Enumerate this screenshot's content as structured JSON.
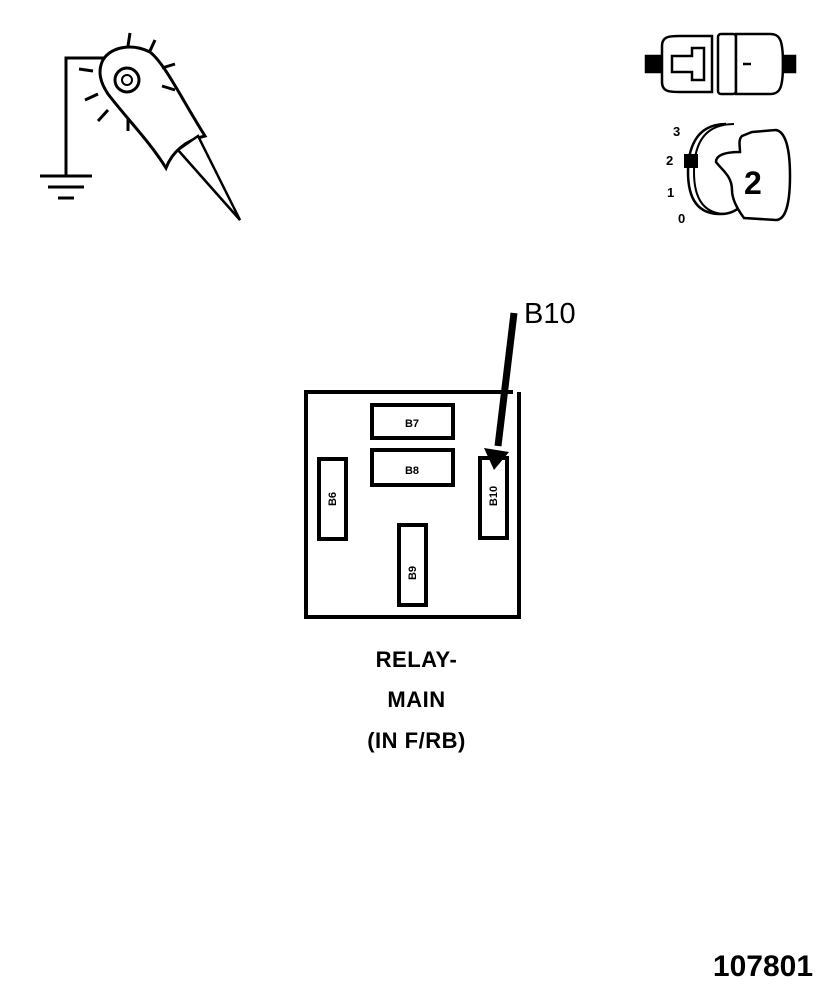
{
  "callout_label": "B10",
  "relay": {
    "pins": [
      "B7",
      "B8",
      "B6",
      "B10",
      "B9"
    ],
    "caption_lines": [
      "RELAY-",
      "MAIN",
      "(IN F/RB)"
    ]
  },
  "ignition": {
    "positions": [
      "3",
      "2",
      "1",
      "0"
    ],
    "selected_position": "2"
  },
  "figure_id": "107801",
  "icons": [
    "test-lamp-probe-icon",
    "ground-symbol-icon",
    "disconnected-connector-icon",
    "ignition-key-icon"
  ]
}
